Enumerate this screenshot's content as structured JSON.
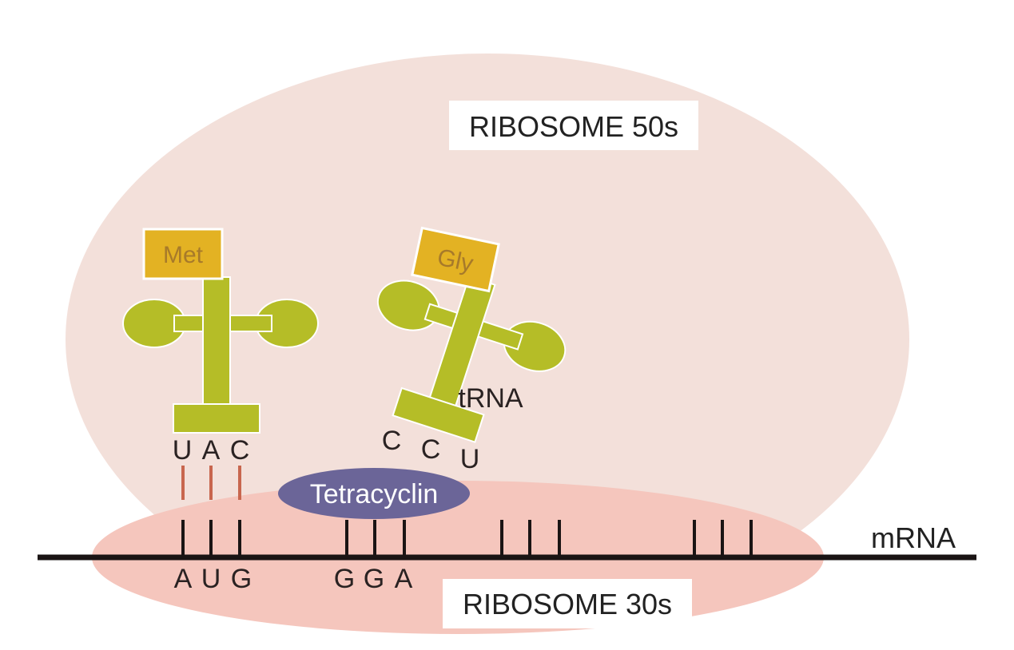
{
  "ribosome_large": {
    "label": "RIBOSOME 50s",
    "color": "#f3e0da"
  },
  "ribosome_small": {
    "label": "RIBOSOME 30s",
    "color": "#f5c6bd"
  },
  "mrna": {
    "label": "mRNA",
    "codons": [
      {
        "bases": [
          "A",
          "U",
          "G"
        ]
      },
      {
        "bases": [
          "G",
          "G",
          "A"
        ]
      },
      {
        "bases": [
          "",
          "",
          ""
        ]
      },
      {
        "bases": [
          "",
          "",
          ""
        ]
      }
    ]
  },
  "trna_met": {
    "amino_acid": "Met",
    "anticodon": [
      "U",
      "A",
      "C"
    ]
  },
  "trna_gly": {
    "amino_acid": "Gly",
    "anticodon": [
      "C",
      "C",
      "U"
    ],
    "label": "tRNA"
  },
  "drug": {
    "label": "Tetracyclin",
    "color": "#6b6598"
  },
  "colors": {
    "trna": "#b5bd27",
    "amino_acid_box": "#e3b223",
    "amino_acid_text": "#a77a2a",
    "pairing_line": "#c8664e"
  }
}
